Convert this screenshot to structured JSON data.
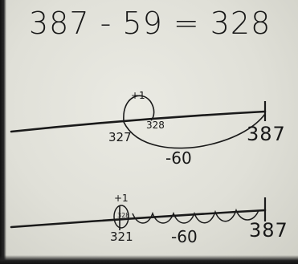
{
  "equation": "387 - 59 = 328",
  "number_line_1": {
    "jump_plus": "+1",
    "start": "327",
    "mid": "328",
    "end": "387",
    "jump_minus": "-60"
  },
  "number_line_2": {
    "jump_plus": "+1",
    "start": "321",
    "mid": "328",
    "end": "387",
    "jump_minus": "-60"
  }
}
